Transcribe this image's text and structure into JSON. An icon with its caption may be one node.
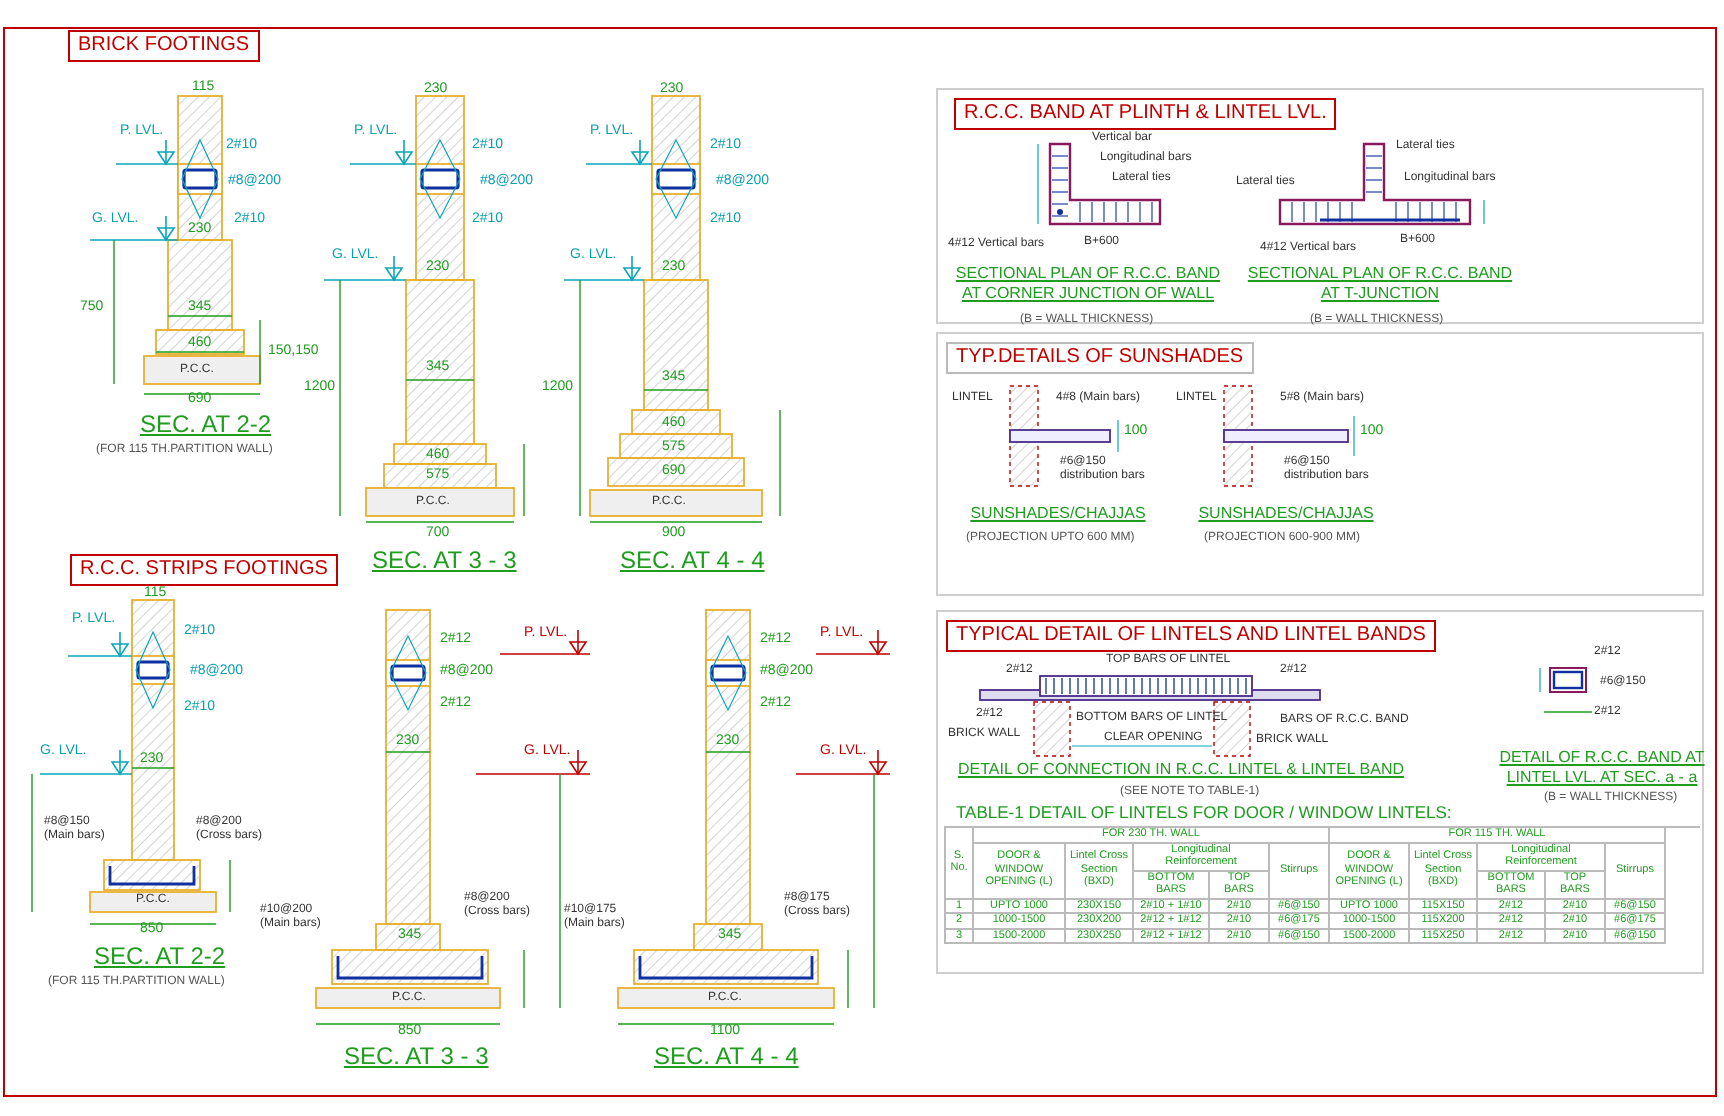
{
  "diagram": {
    "nodes": [
      {
        "text": [
          "BRICK FOOTINGS"
        ]
      },
      {
        "text": [
          "R.C.C. STRIPS FOOTINGS"
        ]
      },
      {
        "text": [],
        "shape": "box"
      },
      {
        "text": [
          "R.C.C. BAND AT PLINTH & LINTEL LVL."
        ],
        "in": 2
      },
      {
        "text": [],
        "shape": "box"
      },
      {
        "text": [
          "TYP.DETAILS OF SUNSHADES"
        ],
        "in": 4
      },
      {
        "text": [],
        "shape": "box"
      },
      {
        "text": [
          "TYPICAL DETAIL OF LINTELS AND LINTEL BANDS"
        ],
        "in": 6
      }
    ],
    "labels": [
      "115",
      "P. LVL.",
      "2#10",
      "#8@200",
      "G. LVL.",
      "2#10",
      "230",
      "345",
      "460",
      "750",
      "150,150",
      "P.C.C.",
      "690",
      "SEC. AT 2-2",
      "(FOR 115 TH.PARTITION WALL)",
      "230",
      "P. LVL.",
      "2#10",
      "#8@200",
      "2#10",
      "G. LVL.",
      "230",
      "1200",
      "345",
      "460",
      "575",
      "P.C.C.",
      "700",
      "SEC. AT 3 - 3",
      "230",
      "P. LVL.",
      "2#10",
      "#8@200",
      "2#10",
      "G. LVL.",
      "230",
      "1200",
      "345",
      "460",
      "575",
      "690",
      "P.C.C.",
      "900",
      "SEC. AT 4 - 4",
      "115",
      "P. LVL.",
      "2#10",
      "#8@200",
      "2#10",
      "G. LVL.",
      "230",
      "#8@150 (Main bars)",
      "#8@200 (Cross bars)",
      "P.C.C.",
      "850",
      "SEC. AT 2-2",
      "(FOR 115 TH.PARTITION WALL)",
      "2#12",
      "#8@200",
      "2#12",
      "P. LVL.",
      "G. LVL.",
      "230",
      "345",
      "#10@200 (Main bars)",
      "#8@200 (Cross bars)",
      "P.C.C.",
      "850",
      "SEC. AT 3 - 3",
      "2#12",
      "#8@200",
      "2#12",
      "P. LVL.",
      "G. LVL.",
      "230",
      "345",
      "#10@175 (Main bars)",
      "#8@175 (Cross bars)",
      "P.C.C.",
      "1100",
      "SEC. AT 4 - 4",
      "Vertical bar",
      "Longitudinal bars",
      "Lateral ties",
      "4#12 Vertical bars",
      "B+600",
      "Lateral ties",
      "Lateral ties",
      "Longitudinal bars",
      "4#12 Vertical bars",
      "B+600",
      "SECTIONAL PLAN OF R.C.C. BAND AT CORNER JUNCTION OF WALL",
      "(B = WALL THICKNESS)",
      "SECTIONAL PLAN OF R.C.C. BAND AT T-JUNCTION",
      "(B = WALL THICKNESS)",
      "LINTEL",
      "4#8 (Main bars)",
      "#6@150 distribution bars",
      "100",
      "SUNSHADES/CHAJJAS",
      "(PROJECTION UPTO 600 MM)",
      "LINTEL",
      "5#8 (Main bars)",
      "#6@150 distribution bars",
      "100",
      "SUNSHADES/CHAJJAS",
      "(PROJECTION 600-900 MM)",
      "TOP BARS OF LINTEL",
      "2#12",
      "2#12",
      "2#12",
      "BOTTOM BARS OF LINTEL",
      "BARS OF R.C.C. BAND",
      "BRICK WALL",
      "CLEAR OPENING",
      "BRICK WALL",
      "DETAIL OF CONNECTION IN R.C.C. LINTEL & LINTEL BAND",
      "(SEE NOTE TO TABLE-1)",
      "2#12",
      "#6@150",
      "2#12",
      "DETAIL OF R.C.C. BAND AT LINTEL LVL. AT SEC. a - a",
      "(B = WALL THICKNESS)",
      "TABLE-1 DETAIL OF LINTELS FOR DOOR / WINDOW LINTELS:",
      "S. No.",
      "FOR 230 TH. WALL",
      "FOR 115 TH. WALL",
      "DOOR & WINDOW OPENING (L)",
      "Lintel Cross Section (BXD)",
      "Longitudinal Reinforcement",
      "Stirrups",
      "DOOR & WINDOW OPENING (L)",
      "Lintel Cross Section (BXD)",
      "Longitudinal Reinforcement",
      "Stirrups",
      "BOTTOM BARS",
      "TOP BARS",
      "BOTTOM BARS",
      "TOP BARS",
      "1",
      "UPTO 1000",
      "230X150",
      "2#10 + 1#10",
      "2#10",
      "#6@150",
      "UPTO 1000",
      "115X150",
      "2#12",
      "2#10",
      "#6@150",
      "2",
      "1000-1500",
      "230X200",
      "2#12 + 1#12",
      "2#10",
      "#6@175",
      "1000-1500",
      "115X200",
      "2#12",
      "2#10",
      "#6@175",
      "3",
      "1500-2000",
      "230X250",
      "2#12 + 1#12",
      "2#10",
      "#6@150",
      "1500-2000",
      "115X250",
      "2#12",
      "2#10",
      "#6@150"
    ]
  }
}
